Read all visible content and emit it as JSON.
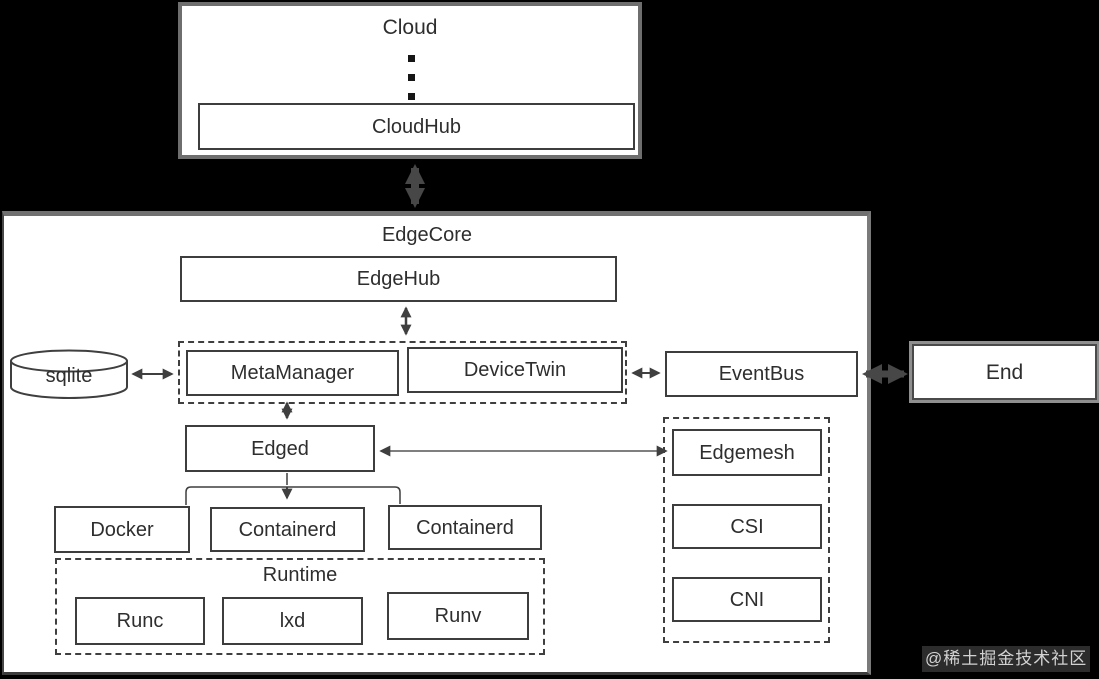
{
  "colors": {
    "background": "#000000",
    "panel_fill": "#ffffff",
    "node_border": "#3d3d3d",
    "outer_border": "#6e6e6e",
    "arrow": "#3f3f3f",
    "thick_arrow": "#474747",
    "text": "#2e2e2e",
    "watermark_text": "#d2d2d2"
  },
  "nodes": {
    "cloud": "Cloud",
    "cloudhub": "CloudHub",
    "edgecore": "EdgeCore",
    "edgehub": "EdgeHub",
    "metamanager": "MetaManager",
    "devicetwin": "DeviceTwin",
    "eventbus": "EventBus",
    "sqlite": "sqlite",
    "end": "End",
    "edged": "Edged",
    "docker": "Docker",
    "containerd_mid": "Containerd",
    "containerd_right": "Containerd",
    "runtime": "Runtime",
    "runc": "Runc",
    "lxd": "lxd",
    "runv": "Runv",
    "edgemesh": "Edgemesh",
    "csi": "CSI",
    "cni": "CNI"
  },
  "icons": {
    "ellipsis": "vertical-ellipsis-dots",
    "database": "sqlite-database-cylinder"
  },
  "connections": [
    {
      "from": "CloudHub",
      "to": "EdgeCore",
      "style": "thick-double-arrow",
      "direction": "bidirectional"
    },
    {
      "from": "EdgeHub",
      "to": "MetaManager-DeviceTwin-group",
      "style": "double-arrow",
      "direction": "bidirectional"
    },
    {
      "from": "sqlite",
      "to": "MetaManager-DeviceTwin-group",
      "style": "double-arrow",
      "direction": "bidirectional"
    },
    {
      "from": "MetaManager-DeviceTwin-group",
      "to": "EventBus",
      "style": "double-arrow",
      "direction": "bidirectional"
    },
    {
      "from": "EventBus",
      "to": "End",
      "style": "thick-double-arrow",
      "direction": "bidirectional"
    },
    {
      "from": "MetaManager",
      "to": "Edged",
      "style": "double-arrow",
      "direction": "bidirectional"
    },
    {
      "from": "Edged",
      "to": "Edgemesh",
      "style": "double-arrow",
      "direction": "bidirectional"
    },
    {
      "from": "Edged",
      "to": "Docker, Containerd, Containerd",
      "style": "branch-bracket-arrow",
      "direction": "down"
    }
  ],
  "watermark": "@稀土掘金技术社区"
}
